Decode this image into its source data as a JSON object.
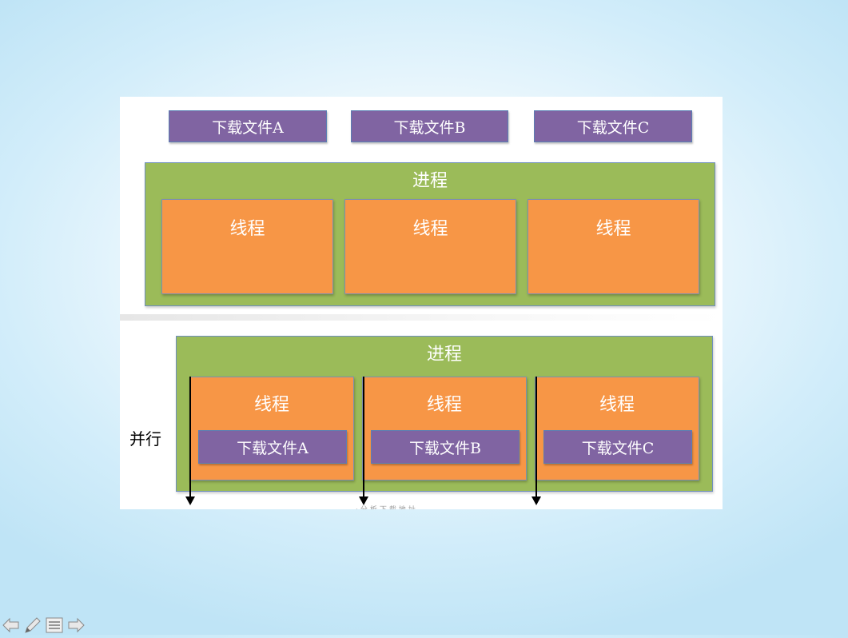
{
  "top_section": {
    "downloads": [
      "下载文件A",
      "下载文件B",
      "下载文件C"
    ],
    "process_label": "进程",
    "threads": [
      "线程",
      "线程",
      "线程"
    ]
  },
  "bottom_section": {
    "process_label": "进程",
    "parallel_label": "并行",
    "threads": [
      {
        "label": "线程",
        "download": "下载文件A"
      },
      {
        "label": "线程",
        "download": "下载文件B"
      },
      {
        "label": "线程",
        "download": "下载文件C"
      }
    ],
    "faded_caption": "·分析下载地址"
  },
  "colors": {
    "download_box": "#8064a2",
    "process_box": "#9bbb59",
    "thread_box": "#f79646",
    "background": "#cfeaf8"
  },
  "nav_icons": [
    "prev-arrow-icon",
    "pen-icon",
    "menu-icon",
    "next-arrow-icon"
  ]
}
